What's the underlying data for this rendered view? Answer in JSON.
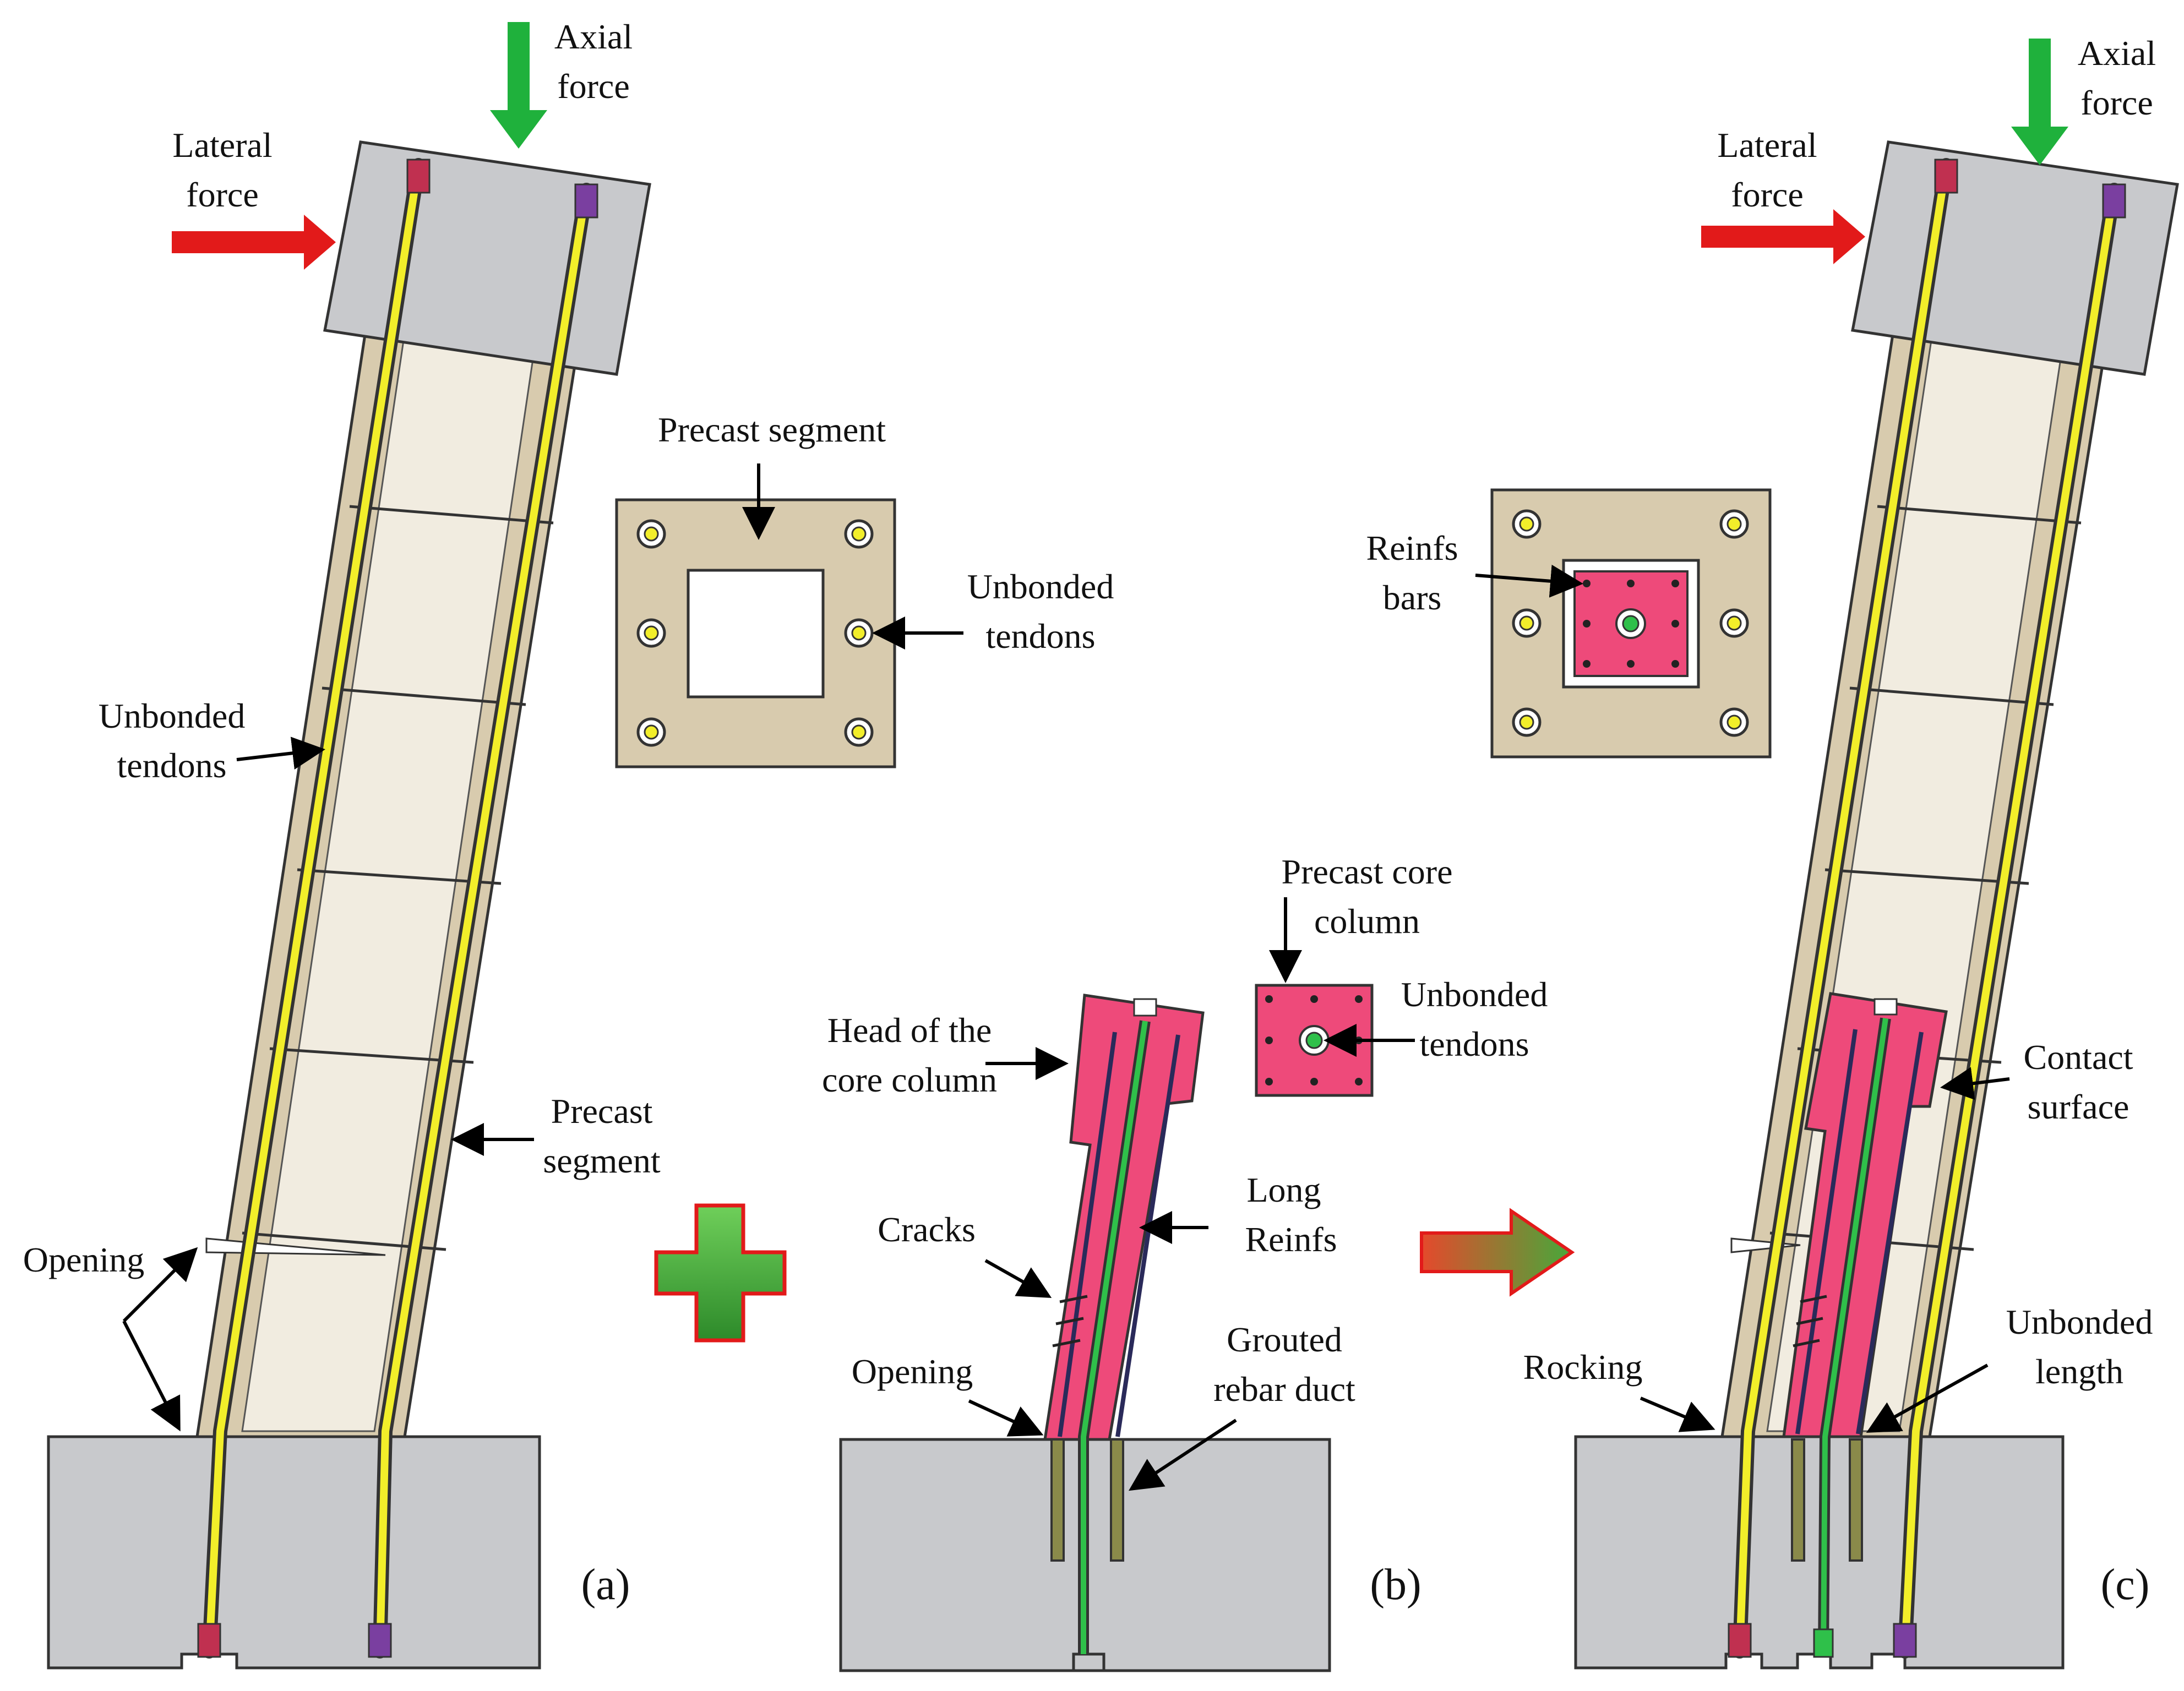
{
  "panels": {
    "a": {
      "label": "(a)",
      "lateral_force": [
        "Lateral",
        "force"
      ],
      "axial_force": [
        "Axial",
        "force"
      ],
      "unbonded_tendons": [
        "Unbonded",
        "tendons"
      ],
      "precast_segment": [
        "Precast",
        "segment"
      ],
      "opening": "Opening",
      "section_precast_segment": "Precast segment",
      "section_unbonded_tendons": [
        "Unbonded",
        "tendons"
      ]
    },
    "b": {
      "label": "(b)",
      "head_of_core_column": [
        "Head of the",
        "core column"
      ],
      "cracks": "Cracks",
      "long_reinfs": [
        "Long",
        "Reinfs"
      ],
      "opening": "Opening",
      "grouted_rebar_duct": [
        "Grouted",
        "rebar duct"
      ],
      "precast_core_column": [
        "Precast core",
        "column"
      ],
      "unbonded_tendons": [
        "Unbonded",
        "tendons"
      ]
    },
    "c": {
      "label": "(c)",
      "lateral_force": [
        "Lateral",
        "force"
      ],
      "axial_force": [
        "Axial",
        "force"
      ],
      "reinfs_bars": [
        "Reinfs",
        "bars"
      ],
      "contact_surface": [
        "Contact",
        "surface"
      ],
      "rocking": "Rocking",
      "unbonded_length": [
        "Unbonded",
        "length"
      ]
    }
  },
  "colors": {
    "foundation": "#c8c9cc",
    "precast_segment_shell": "#d8cbae",
    "segment_core": "#f1ece0",
    "core_column": "#ee4a7a",
    "tendon": "#f2ee2a",
    "rebar_duct": "#7a7a4a",
    "lateral_arrow": "#e21a1a",
    "axial_arrow": "#1fb13c",
    "plus_sign_border": "#e21a1a",
    "plus_sign_fill": "#3fae3a",
    "leader_line": "#000000"
  },
  "icons": [
    "lateral-force-arrow",
    "axial-force-arrow",
    "plus-sign",
    "transition-arrow"
  ]
}
